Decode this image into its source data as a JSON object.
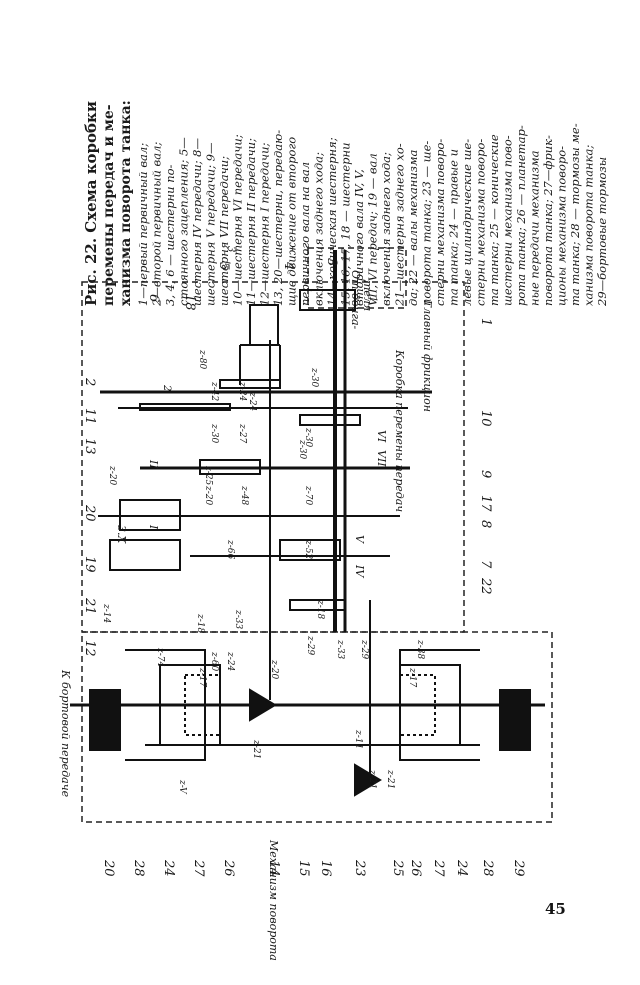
{
  "page": {
    "number": "45"
  },
  "caption": {
    "lines": [
      "Рис. 22. Схема коробки",
      "перемены передач и ме-",
      "ханизма поворота танка:",
      "1—первый первичный вал;",
      "2—второй первичный вал;",
      "3, 4, 6 — шестерни по-",
      "стоянного зацепления; 5—",
      "шестерня IV передачи; 8—",
      "шестерня V передачи; 9—",
      "шестерня VII передачи;",
      "10—шестерня VI передачи;",
      "11—шестерня II передачи;",
      "12—шестерня I передачи;",
      "13, 20—шестерни, передаю-",
      "щие движение от второго",
      "первичного вала на вал",
      "включения заднего хода;",
      "14—коническая шестерня;",
      "15, 16, 17, 18 — шестерни",
      "вторичного вала IV, V,",
      "VII, VI передач; 19 — вал",
      "включения заднего хода;",
      "21—шестерня заднего хо-",
      "да; 22 — валы механизма",
      "поворота танка; 23 — ше-",
      "стерни механизма поворо-",
      "та танка; 24 — правые и",
      "левые цилиндрические ше-",
      "стерни механизма поворо-",
      "та танка; 25 — конические",
      "шестерни механизма пово-",
      "рота танка; 26 — планетар-",
      "ные передачи механизма",
      "поворота танка; 27—фрик-",
      "ционы механизма поворо-",
      "та танка; 28 — тормозы ме-",
      "ханизма поворота танка;",
      "29—бортовые тормозы"
    ]
  },
  "diagram": {
    "labels": {
      "from_engine_1": "От двига-",
      "from_engine_2": "теля",
      "main_clutch": "Главный фрикцион",
      "gearbox": "Коробка перемены передач",
      "turning_mechanism": "Механизм поворота",
      "to_final_drive": "К бортовой передаче"
    },
    "part_numbers_left": [
      "20",
      "28",
      "24",
      "27",
      "26",
      "14",
      "15",
      "16",
      "23",
      "25",
      "26",
      "27",
      "24",
      "28",
      "29"
    ],
    "part_numbers_right": [
      "1",
      "10",
      "9",
      "17",
      "8",
      "7",
      "22"
    ],
    "part_numbers_top": [
      "6",
      "18",
      "5",
      "3",
      "4"
    ],
    "part_numbers_mid": [
      "2",
      "11",
      "13",
      "20",
      "19",
      "21",
      "12"
    ],
    "teeth_labels": [
      "z-80",
      "z-42",
      "z-24",
      "z-30",
      "z-27",
      "z-30",
      "z-24",
      "z-30",
      "z-30",
      "z-25",
      "z-20",
      "z-48",
      "z-70",
      "z-20",
      "z-66",
      "z-52",
      "z-18",
      "z-18",
      "z-14",
      "z-33",
      "z-29",
      "z-20",
      "z-33",
      "z-29",
      "z-74",
      "z-60",
      "z-24",
      "z-17",
      "z-38",
      "z-21",
      "z-11",
      "z-21",
      "z-21",
      "z-17",
      "z-V"
    ],
    "gear_marks": [
      "I",
      "II",
      "3.X",
      "IV",
      "V",
      "VI",
      "VII"
    ],
    "gear_shaft_numbers": [
      "1",
      "2",
      "3"
    ]
  }
}
